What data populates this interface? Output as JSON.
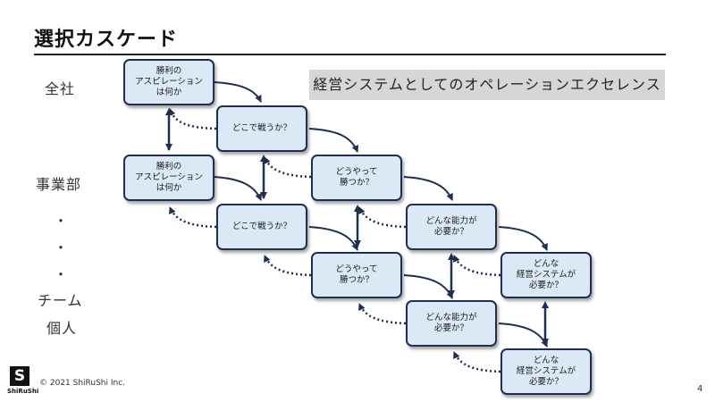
{
  "title": "選択カスケード",
  "banner": "経営システムとしてのオペレーションエクセレンス",
  "side_labels": {
    "zensha": "全社",
    "jigyobu": "事業部",
    "dot1": "・",
    "dot2": "・",
    "dot3": "・",
    "team": "チーム",
    "kojin": "個人"
  },
  "nodes": {
    "r1c1": "勝利の\nアスピレーション\nは何か",
    "r1c2": "どこで戦うか？",
    "r2c1": "勝利の\nアスピレーション\nは何か",
    "r2c2": "どこで戦うか？",
    "r2c3": "どうやって\n勝つか？",
    "r3c3": "どうやって\n勝つか？",
    "r3c4": "どんな能力が\n必要か？",
    "r4c4": "どんな能力が\n必要か？",
    "r4c5": "どんな\n経営システムが\n必要か？",
    "r5c5": "どんな\n経営システムが\n必要か？"
  },
  "footer": {
    "logo_letter": "S",
    "logo_text": "ShiRuShi",
    "copyright": "© 2021 ShiRuShi Inc.",
    "page": "4"
  }
}
